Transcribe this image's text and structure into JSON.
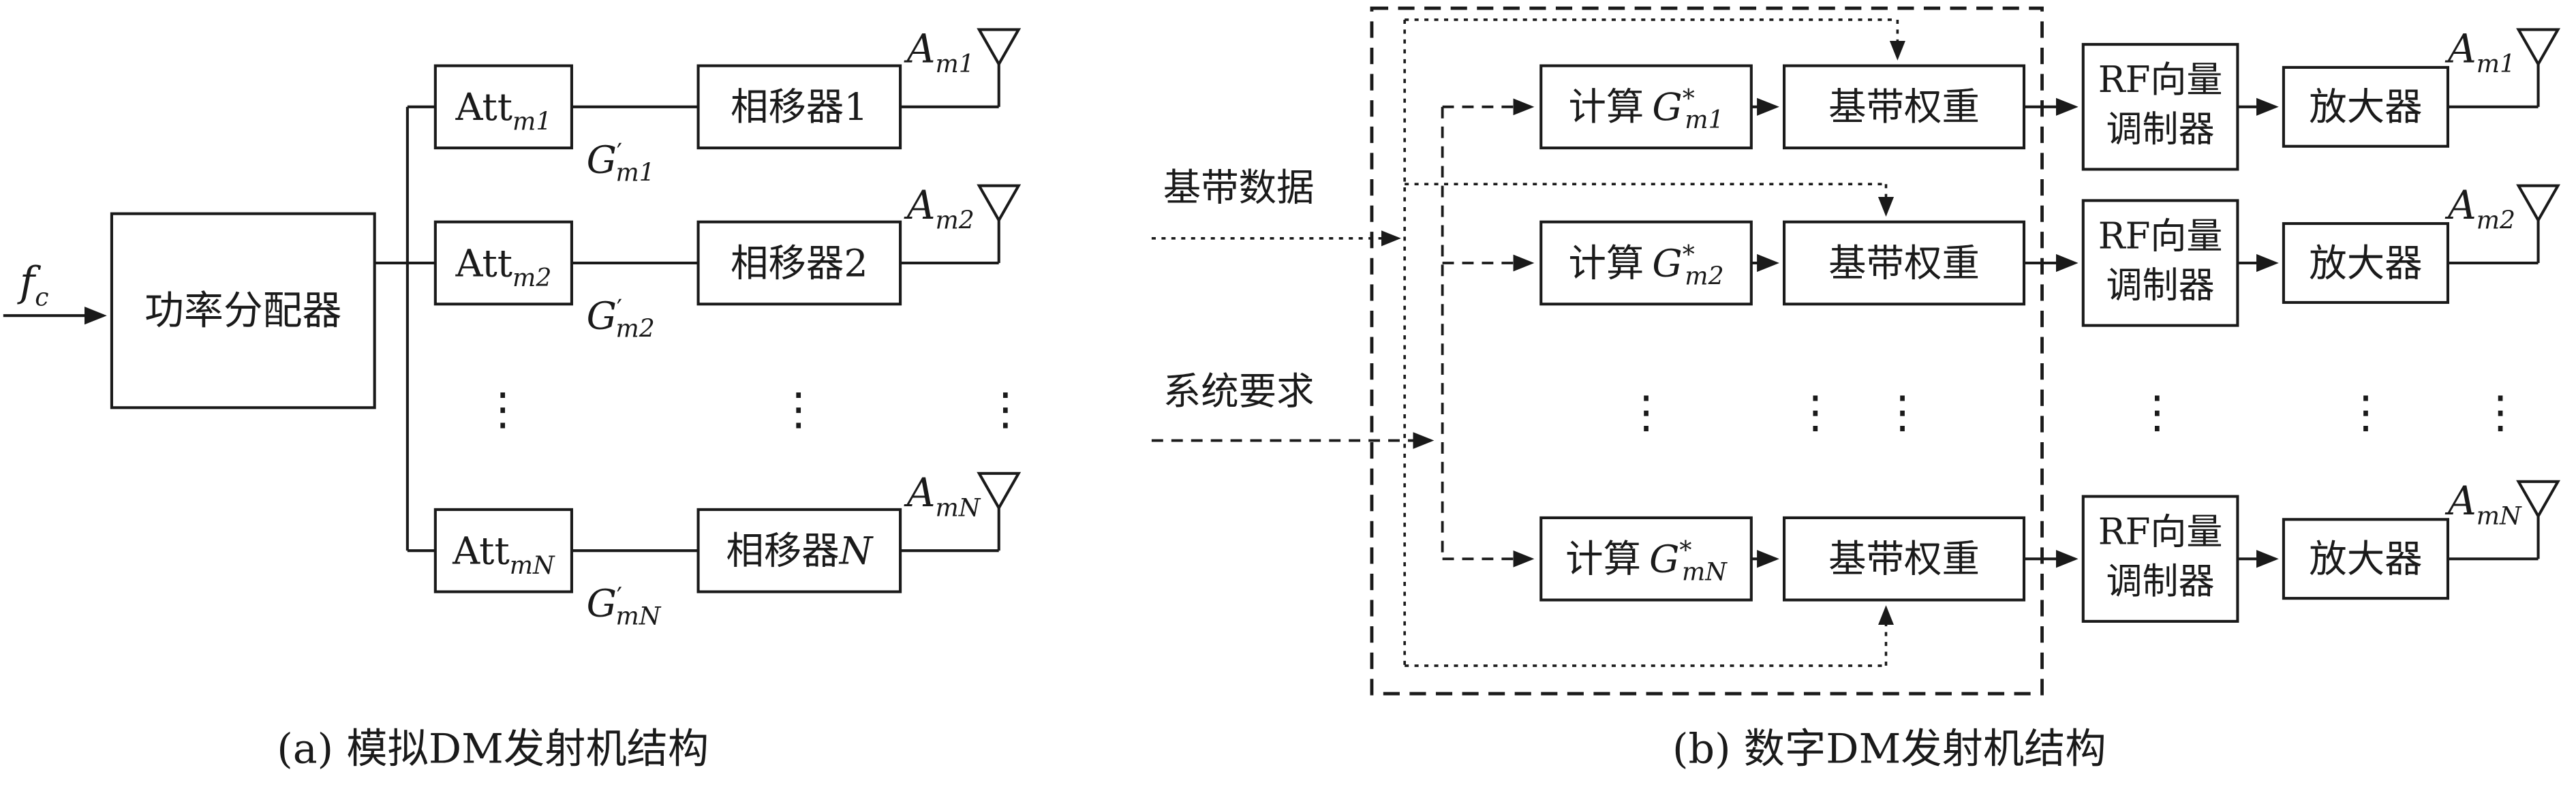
{
  "colors": {
    "ink": "#1a1a1a",
    "background": "#ffffff"
  },
  "diagram_a": {
    "caption": "(a) 模拟DM发射机结构",
    "input": {
      "base": "f",
      "sub": "c"
    },
    "power_divider_label": "功率分配器",
    "dots": "⋮",
    "rows": [
      {
        "att_base": "Att",
        "att_sub": "m1",
        "gain_base": "G",
        "gain_prime": "′",
        "gain_sub": "m1",
        "ps_base": "相移器",
        "ps_index": "1",
        "ant_base": "A",
        "ant_sub": "m1"
      },
      {
        "att_base": "Att",
        "att_sub": "m2",
        "gain_base": "G",
        "gain_prime": "′",
        "gain_sub": "m2",
        "ps_base": "相移器",
        "ps_index": "2",
        "ant_base": "A",
        "ant_sub": "m2"
      },
      {
        "att_base": "Att",
        "att_sub": "mN",
        "gain_base": "G",
        "gain_prime": "′",
        "gain_sub": "mN",
        "ps_base": "相移器",
        "ps_index": "N",
        "ant_base": "A",
        "ant_sub": "mN"
      }
    ]
  },
  "diagram_b": {
    "caption": "(b) 数字DM发射机结构",
    "baseband_input_label": "基带数据",
    "system_req_label": "系统要求",
    "dots": "⋮",
    "rows": [
      {
        "calc_prefix": "计算",
        "calc_var": "G",
        "calc_sup": "*",
        "calc_sub": "m1",
        "weight_label": "基带权重",
        "rf_line1": "RF向量",
        "rf_line2": "调制器",
        "amp_label": "放大器",
        "ant_base": "A",
        "ant_sub": "m1"
      },
      {
        "calc_prefix": "计算",
        "calc_var": "G",
        "calc_sup": "*",
        "calc_sub": "m2",
        "weight_label": "基带权重",
        "rf_line1": "RF向量",
        "rf_line2": "调制器",
        "amp_label": "放大器",
        "ant_base": "A",
        "ant_sub": "m2"
      },
      {
        "calc_prefix": "计算",
        "calc_var": "G",
        "calc_sup": "*",
        "calc_sub": "mN",
        "weight_label": "基带权重",
        "rf_line1": "RF向量",
        "rf_line2": "调制器",
        "amp_label": "放大器",
        "ant_base": "A",
        "ant_sub": "mN"
      }
    ]
  }
}
